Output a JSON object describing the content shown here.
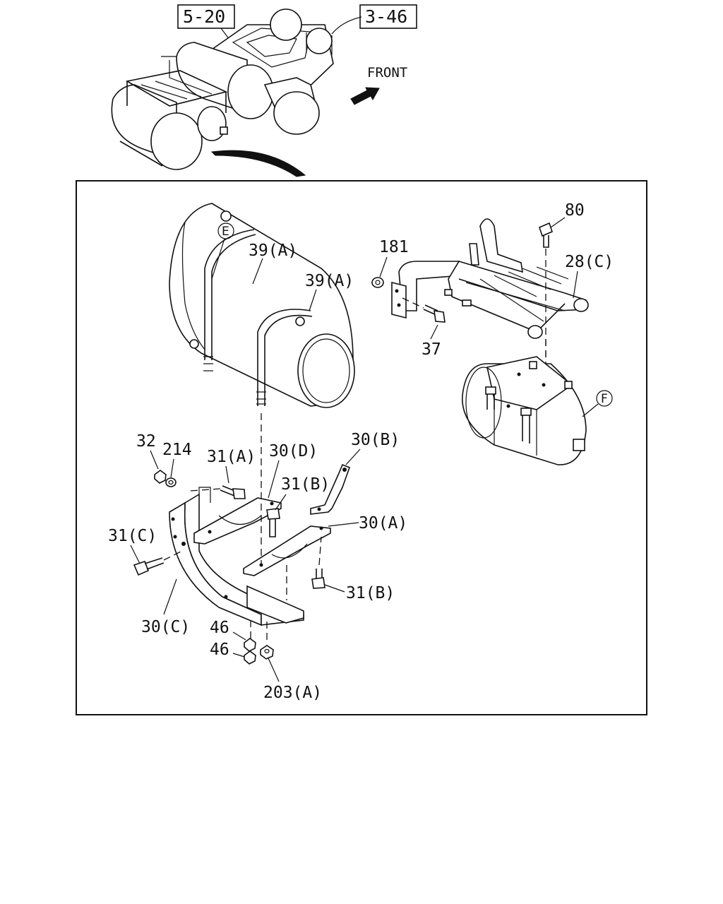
{
  "references": {
    "ref_5_20": "5-20",
    "ref_3_46": "3-46",
    "front": "FRONT"
  },
  "callouts": {
    "marker_e": "E",
    "marker_f": "F",
    "p39a_1": "39(A)",
    "p39a_2": "39(A)",
    "p181": "181",
    "p80": "80",
    "p28c": "28(C)",
    "p37": "37",
    "p32": "32",
    "p214": "214",
    "p31a": "31(A)",
    "p30d": "30(D)",
    "p30b": "30(B)",
    "p31b_top": "31(B)",
    "p30a": "30(A)",
    "p31c": "31(C)",
    "p31b_bottom": "31(B)",
    "p30c": "30(C)",
    "p46_top": "46",
    "p46_bottom": "46",
    "p203a": "203(A)"
  }
}
